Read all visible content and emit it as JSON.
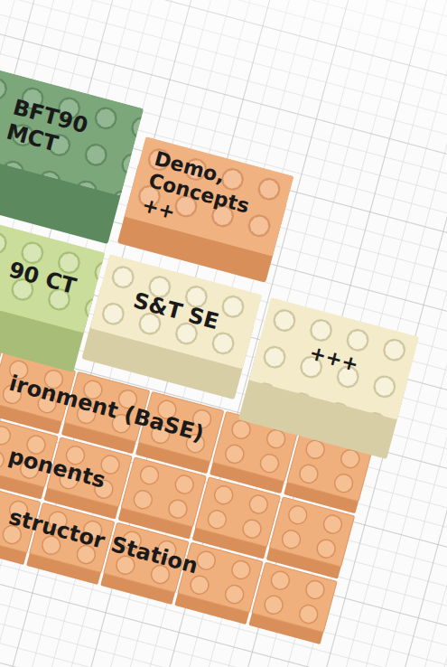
{
  "diagram": {
    "nodes": [
      {
        "text": [
          "BFT90 MCT"
        ]
      },
      {
        "text": [
          "Demo, Concepts",
          "++"
        ]
      },
      {
        "text": [
          "90 CT"
        ]
      },
      {
        "text": [
          "S&T SE"
        ]
      },
      {
        "text": [
          "+++"
        ]
      }
    ],
    "labels": [
      "ironment (BaSE)",
      "ponents",
      "structor Station"
    ]
  }
}
